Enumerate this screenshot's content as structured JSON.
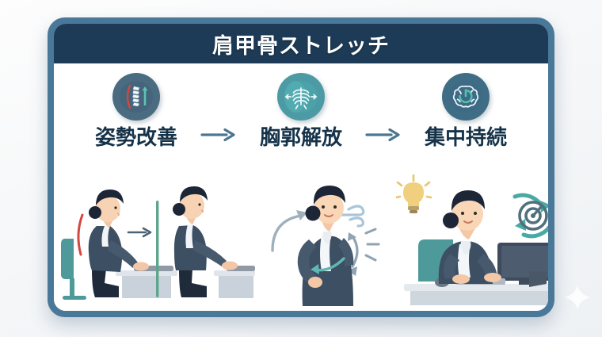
{
  "header": {
    "title": "肩甲骨ストレッチ"
  },
  "colors": {
    "frame": "#4a7898",
    "header_bg": "#1d3b56",
    "card_bg": "#ffffff",
    "label_text": "#16334a",
    "arrow": "#4c7591",
    "icon_spine_bg": "#4b6b81",
    "icon_ribs_bg": "#4c9ba4",
    "icon_brain_bg": "#3f6d86",
    "accent_teal": "#4fb3a8",
    "accent_red": "#d2473f",
    "suit_navy": "#3d4f63",
    "chair_teal": "#4e9a9a"
  },
  "steps": [
    {
      "label": "姿勢改善",
      "icon": "spine-icon"
    },
    {
      "label": "胸郭解放",
      "icon": "ribcage-icon"
    },
    {
      "label": "集中持続",
      "icon": "brain-power-icon"
    }
  ],
  "step_separators": [
    {
      "icon": "arrow-right-icon"
    },
    {
      "icon": "arrow-right-icon"
    }
  ],
  "panels": [
    {
      "name": "posture-before-after-illustration"
    },
    {
      "name": "chest-opening-stretch-illustration"
    },
    {
      "name": "focused-desk-work-illustration"
    }
  ],
  "decoration": {
    "sparkle": "sparkle-icon"
  }
}
